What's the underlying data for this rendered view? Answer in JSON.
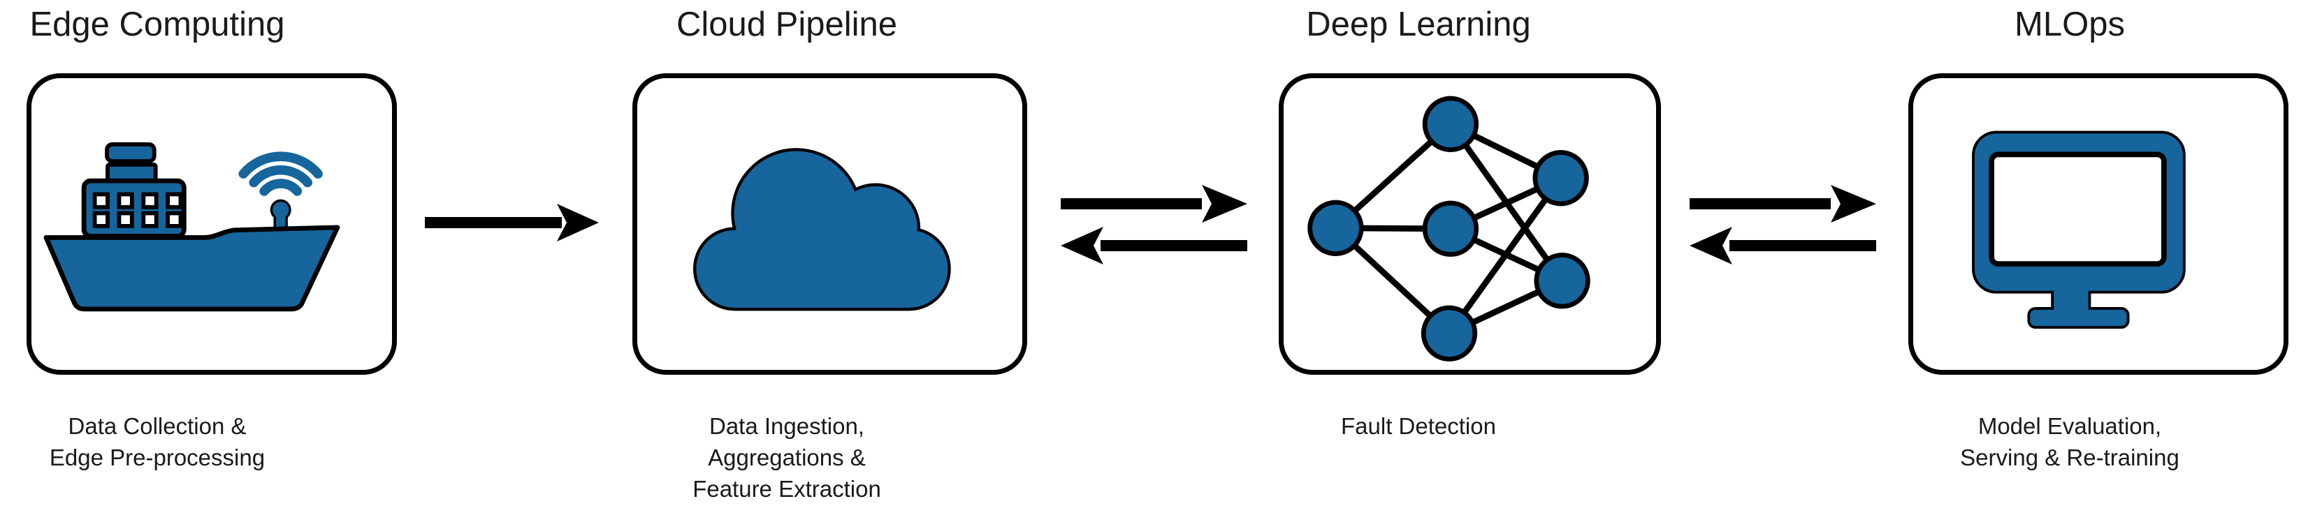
{
  "colors": {
    "accent": "#16659D",
    "line": "#000000",
    "text": "#1A1A1A",
    "background": "#FFFFFF"
  },
  "stages": [
    {
      "title": "Edge Computing",
      "caption": "Data Collection &\nEdge Pre-processing",
      "icon": "ship-wifi-icon"
    },
    {
      "title": "Cloud Pipeline",
      "caption": "Data Ingestion,\nAggregations &\nFeature Extraction",
      "icon": "cloud-icon"
    },
    {
      "title": "Deep Learning",
      "caption": "Fault Detection",
      "icon": "neural-network-icon"
    },
    {
      "title": "MLOps",
      "caption": "Model Evaluation,\nServing & Re-training",
      "icon": "computer-monitor-icon"
    }
  ],
  "connectors": [
    {
      "from": "Edge Computing",
      "to": "Cloud Pipeline",
      "direction": "forward"
    },
    {
      "from": "Cloud Pipeline",
      "to": "Deep Learning",
      "direction": "bidirectional"
    },
    {
      "from": "Deep Learning",
      "to": "MLOps",
      "direction": "bidirectional"
    }
  ]
}
